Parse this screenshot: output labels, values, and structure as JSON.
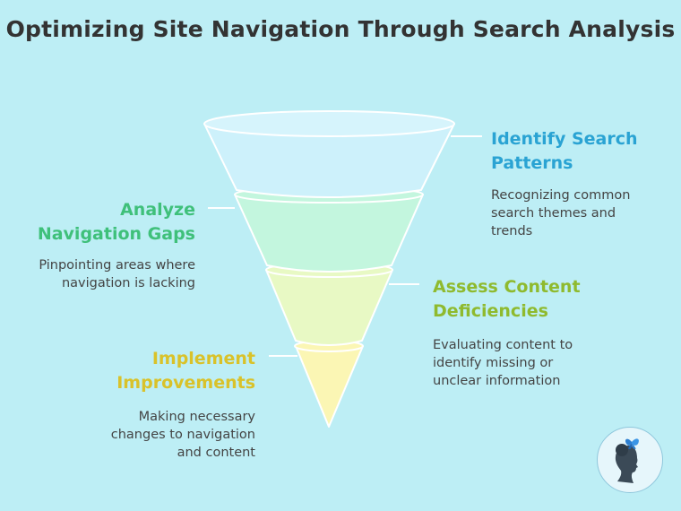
{
  "title": "Optimizing Site Navigation Through Search Analysis",
  "stages": [
    {
      "heading_line1": "Identify Search",
      "heading_line2": "Patterns",
      "desc_line1": "Recognizing common",
      "desc_line2": "search themes and",
      "desc_line3": "trends",
      "color": "#2aa3d3",
      "fill": "#cdf1fb"
    },
    {
      "heading_line1": "Analyze",
      "heading_line2": "Navigation Gaps",
      "desc_line1": "Pinpointing areas where",
      "desc_line2": "navigation is lacking",
      "color": "#3fc07a",
      "fill": "#c3f6de"
    },
    {
      "heading_line1": "Assess Content",
      "heading_line2": "Deficiencies",
      "desc_line1": "Evaluating content to",
      "desc_line2": "identify missing or",
      "desc_line3": "unclear information",
      "color": "#8fba2e",
      "fill": "#e8f9c4"
    },
    {
      "heading_line1": "Implement",
      "heading_line2": "Improvements",
      "desc_line1": "Making necessary",
      "desc_line2": "changes to navigation",
      "desc_line3": "and content",
      "color": "#d9c22a",
      "fill": "#fbf6b4"
    }
  ],
  "avatar_icon": "woman-silhouette-butterfly-icon"
}
